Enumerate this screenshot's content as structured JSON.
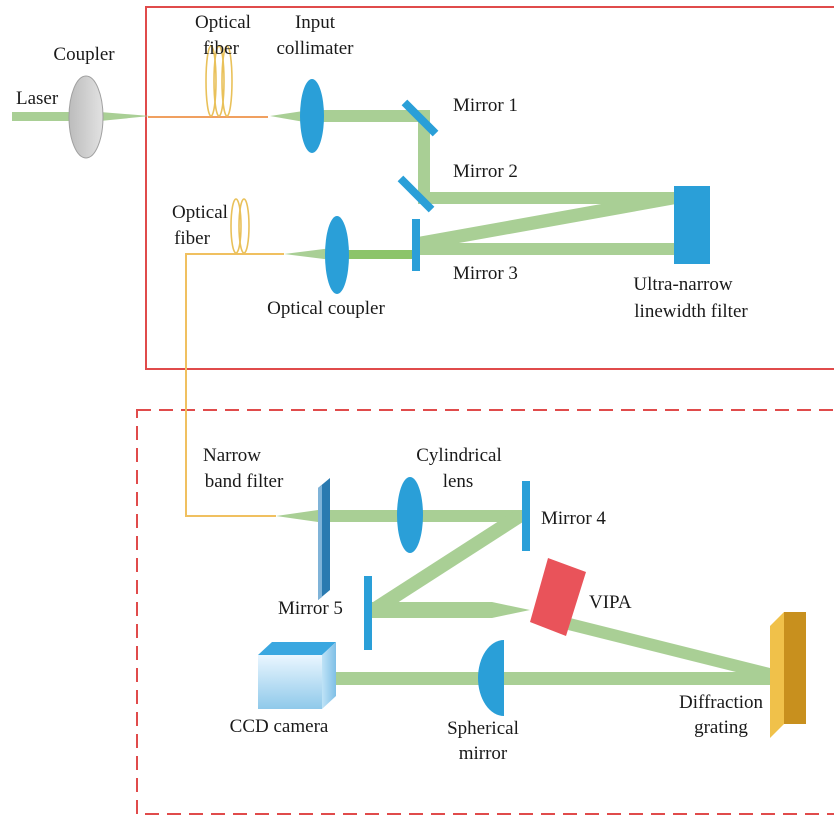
{
  "labels": {
    "coupler": "Coupler",
    "laser": "Laser",
    "optical_fiber_top_1": "Optical",
    "optical_fiber_top_2": "fiber",
    "input_collimater_1": "Input",
    "input_collimater_2": "collimater",
    "mirror_1": "Mirror 1",
    "mirror_2": "Mirror 2",
    "mirror_3": "Mirror 3",
    "optical_fiber_mid_1": "Optical",
    "optical_fiber_mid_2": "fiber",
    "optical_coupler": "Optical coupler",
    "ultra_narrow_1": "Ultra-narrow",
    "ultra_narrow_2": "linewidth filter",
    "narrow_band_1": "Narrow",
    "narrow_band_2": "band filter",
    "cylindrical_1": "Cylindrical",
    "cylindrical_2": "lens",
    "mirror_4": "Mirror 4",
    "mirror_5": "Mirror 5",
    "vipa": "VIPA",
    "ccd_camera": "CCD camera",
    "spherical_1": "Spherical",
    "spherical_2": "mirror",
    "diffraction_1": "Diffraction",
    "diffraction_2": "grating"
  },
  "colors": {
    "beam": "#a9cf95",
    "lens": "#2a9fd8",
    "frame_solid": "#e04b4b",
    "frame_dashed": "#e04b4b",
    "fiber": "#f0c060",
    "vipa": "#e9535a",
    "grating": "#e8b43a"
  }
}
